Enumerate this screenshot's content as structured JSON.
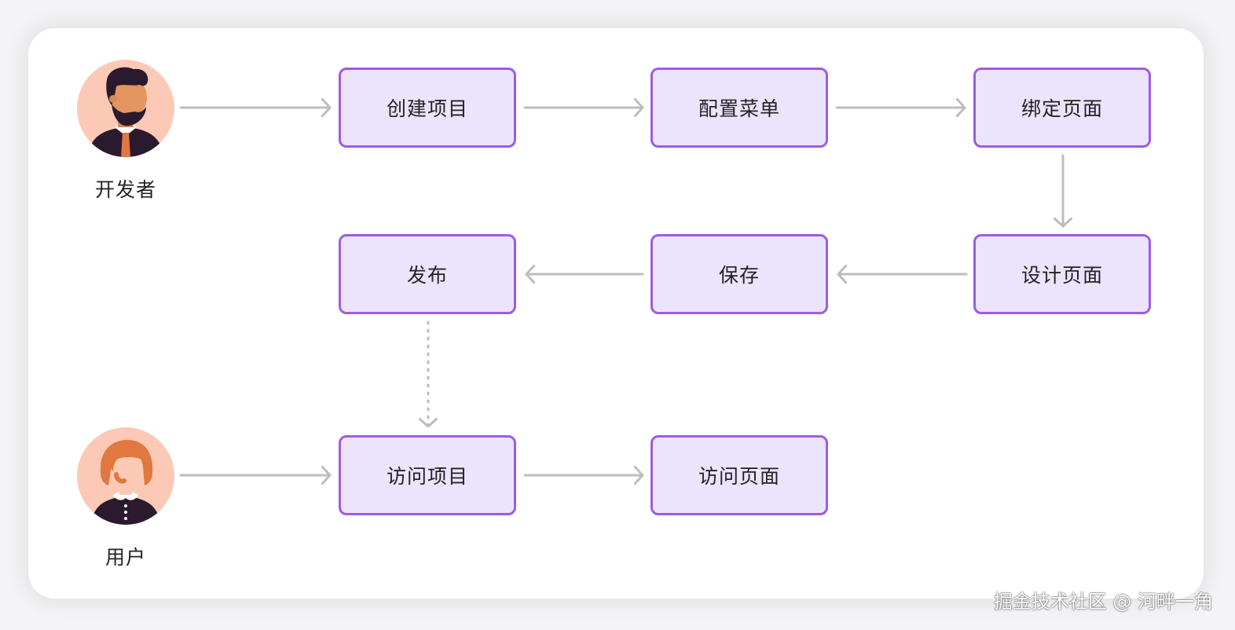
{
  "actors": {
    "developer": {
      "label": "开发者"
    },
    "user": {
      "label": "用户"
    }
  },
  "nodes": {
    "create_project": "创建项目",
    "configure_menu": "配置菜单",
    "bind_page": "绑定页面",
    "design_page": "设计页面",
    "save": "保存",
    "publish": "发布",
    "visit_project": "访问项目",
    "visit_page": "访问页面"
  },
  "watermark": "掘金技术社区 @ 河畔一角",
  "colors": {
    "node_fill": "#ece3fd",
    "node_border": "#9b5de5",
    "arrow": "#bdbdbd",
    "avatar_bg": "#fcc9b6"
  }
}
